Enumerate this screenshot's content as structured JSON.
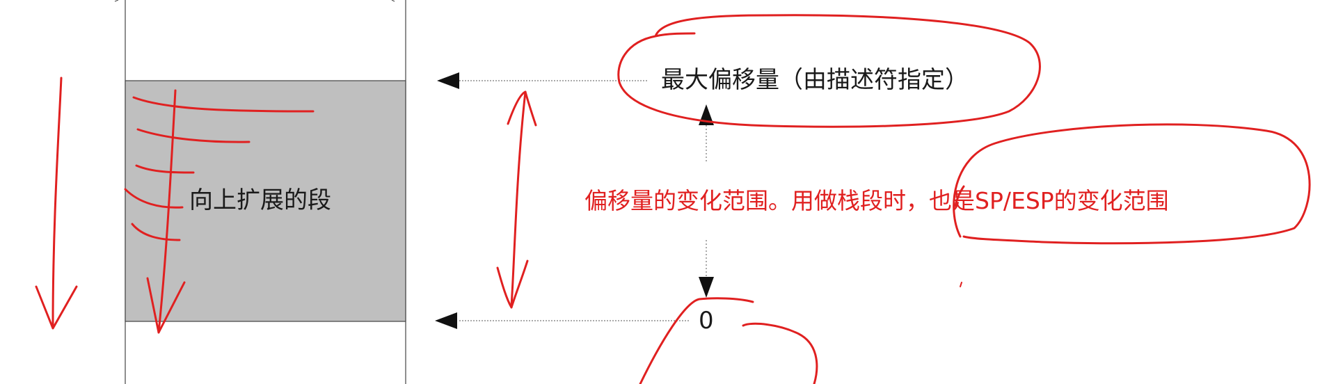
{
  "diagram": {
    "segment_label": "向上扩展的段",
    "max_offset_label": "最大偏移量（由描述符指定）",
    "zero_label": "0",
    "range_label": "偏移量的变化范围。用做栈段时，也是SP/ESP的变化范围"
  },
  "colors": {
    "segment_fill": "#bfbfbf",
    "line": "#333333",
    "annotation": "#e02020",
    "text": "#1a1a1a"
  }
}
